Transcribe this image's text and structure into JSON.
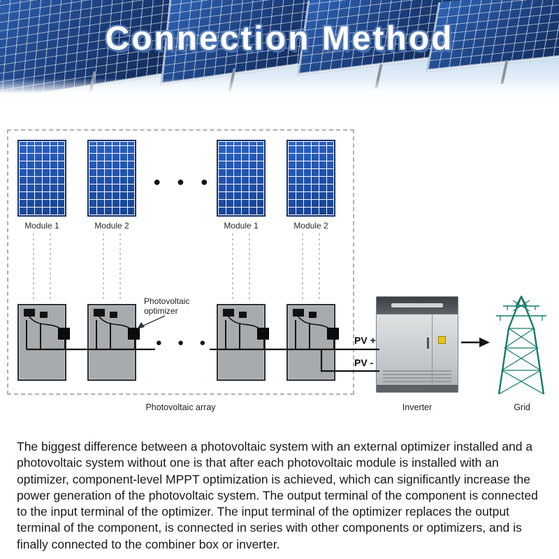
{
  "banner": {
    "title": "Connection Method"
  },
  "diagram": {
    "module_labels": [
      "Module 1",
      "Module 2",
      "Module 1",
      "Module 2"
    ],
    "dots": "● ● ●",
    "optimizer_label": "Photovoltaic\noptimizer",
    "pv_plus": "PV +",
    "pv_minus": "PV -",
    "captions": {
      "array": "Photovoltaic array",
      "inverter": "Inverter",
      "grid": "Grid"
    }
  },
  "description": "The biggest difference between a photovoltaic system with an external optimizer installed and a photovoltaic system without one is that after each photovoltaic module is installed with an optimizer, component-level MPPT optimization is achieved, which can significantly increase the power generation of the photovoltaic system. The output terminal of the component is connected to the input terminal of the optimizer. The input terminal of the optimizer replaces the output terminal of the component, is connected in series with other components or optimizers, and is finally connected to the combiner box or inverter.",
  "colors": {
    "panel_blue": "#1d4fb0",
    "banner_sky": "#a6cbe7",
    "tower_teal": "#157a6e",
    "module_gray": "#a7abae",
    "wire_black": "#111111"
  }
}
